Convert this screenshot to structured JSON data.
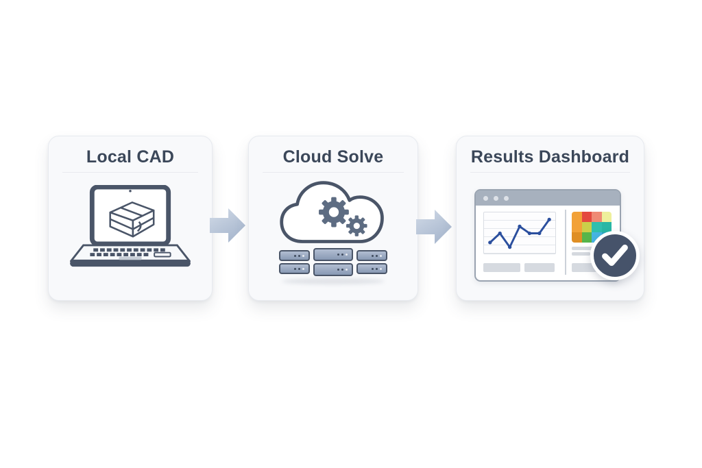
{
  "flow": {
    "cards": [
      {
        "id": "local-cad",
        "title": "Local CAD",
        "icon": "laptop-cad-icon"
      },
      {
        "id": "cloud-solve",
        "title": "Cloud Solve",
        "icon": "cloud-gears-servers-icon"
      },
      {
        "id": "results-dashboard",
        "title": "Results Dashboard",
        "icon": "browser-dashboard-icon"
      }
    ],
    "connectors": [
      {
        "icon": "arrow-right-icon"
      },
      {
        "icon": "arrow-right-icon"
      }
    ]
  },
  "dashboard": {
    "window_dots": 3,
    "heatmap_rows": [
      [
        "#f2a137",
        "#e4493f",
        "#ef8a74",
        "#eef09c"
      ],
      [
        "#f2a137",
        "#cbcf49",
        "#2fbfae",
        "#28b7a5"
      ],
      [
        "#df8e24",
        "#56b54a",
        "#46b5e3",
        "#2ca8c4"
      ]
    ],
    "check_badge": "check-icon"
  },
  "chart_data": {
    "type": "line",
    "x": [
      1,
      2,
      3,
      4,
      5,
      6,
      7
    ],
    "values": [
      35,
      55,
      25,
      70,
      55,
      55,
      85
    ],
    "title": "",
    "xlabel": "",
    "ylabel": "",
    "grid": true,
    "legend": false,
    "line_color": "#2b4f9e"
  },
  "colors": {
    "page_background": "#ffffff",
    "card_background": "#f8f9fb",
    "card_border": "#e7eaef",
    "title_text": "#3b4759",
    "outline": "#4a5568",
    "arrow_gradient_start": "#ccd6e4",
    "arrow_gradient_end": "#a3b3cb",
    "browser_topbar": "#a7b1be",
    "badge": "#46536a",
    "chart_line": "#2b4f9e"
  }
}
